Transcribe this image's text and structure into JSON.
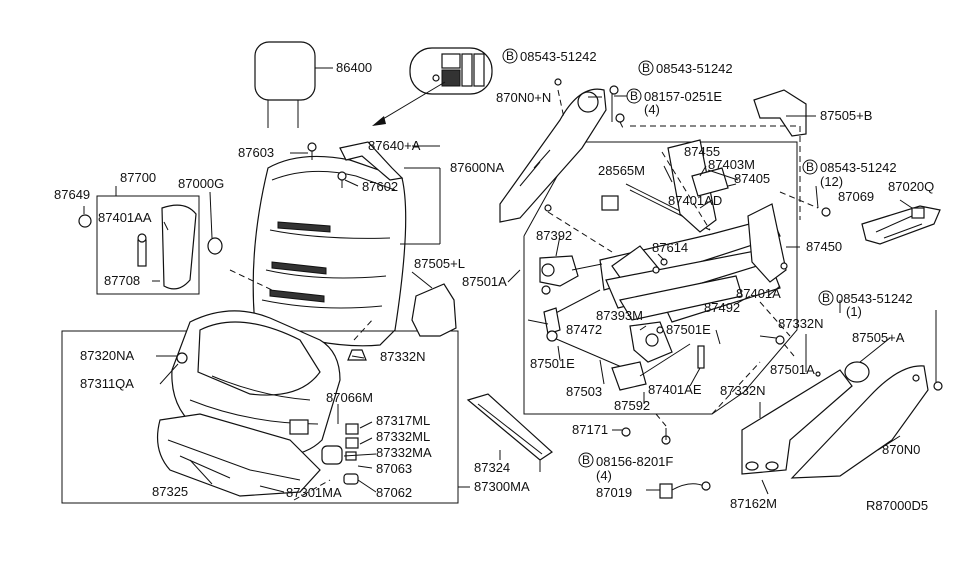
{
  "diagram_id": "R87000D5",
  "labels": {
    "p86400": "86400",
    "b1": "B",
    "b1_text": "08543-51242",
    "b2": "B",
    "b2_text": "08543-51242",
    "p870N0N": "870N0+N",
    "b3": "B",
    "b3_text": "08157-0251E",
    "b3_qty": "(4)",
    "p87505B": "87505+B",
    "p87603": "87603",
    "p87640A": "87640+A",
    "p87600NA": "87600NA",
    "p87455": "87455",
    "p28565M": "28565M",
    "p87403M": "87403M",
    "p87405": "87405",
    "b4": "B",
    "b4_text": "08543-51242",
    "b4_qty": "(12)",
    "p87069": "87069",
    "p87020Q": "87020Q",
    "p87649": "87649",
    "p87700": "87700",
    "p87000G": "87000G",
    "p87602": "87602",
    "p87401AD": "87401AD",
    "p87401AA": "87401AA",
    "p87392": "87392",
    "p87614": "87614",
    "p87450": "87450",
    "p87505L": "87505+L",
    "p87501A_1": "87501A",
    "p87708": "87708",
    "p87401A": "87401A",
    "p87492": "87492",
    "b5": "B",
    "b5_text": "08543-51242",
    "b5_qty": "(1)",
    "p87393M": "87393M",
    "p87472": "87472",
    "p87501E_1": "87501E",
    "p87332N_1": "87332N",
    "p87505A": "87505+A",
    "p87320NA": "87320NA",
    "p87332N_2": "87332N",
    "p87501E_2": "87501E",
    "p87501A_2": "87501A",
    "p87311QA": "87311QA",
    "p87503": "87503",
    "p87401AE": "87401AE",
    "p87332N_3": "87332N",
    "p87066M": "87066M",
    "p87592": "87592",
    "p87317ML": "87317ML",
    "p87332ML": "87332ML",
    "p87171": "87171",
    "p87332MA": "87332MA",
    "p87324": "87324",
    "b6": "B",
    "b6_text": "08156-8201F",
    "b6_qty": "(4)",
    "p870N0": "870N0",
    "p87063": "87063",
    "p87325": "87325",
    "p87301MA": "87301MA",
    "p87062": "87062",
    "p87300MA": "87300MA",
    "p87019": "87019",
    "p87162M": "87162M"
  }
}
